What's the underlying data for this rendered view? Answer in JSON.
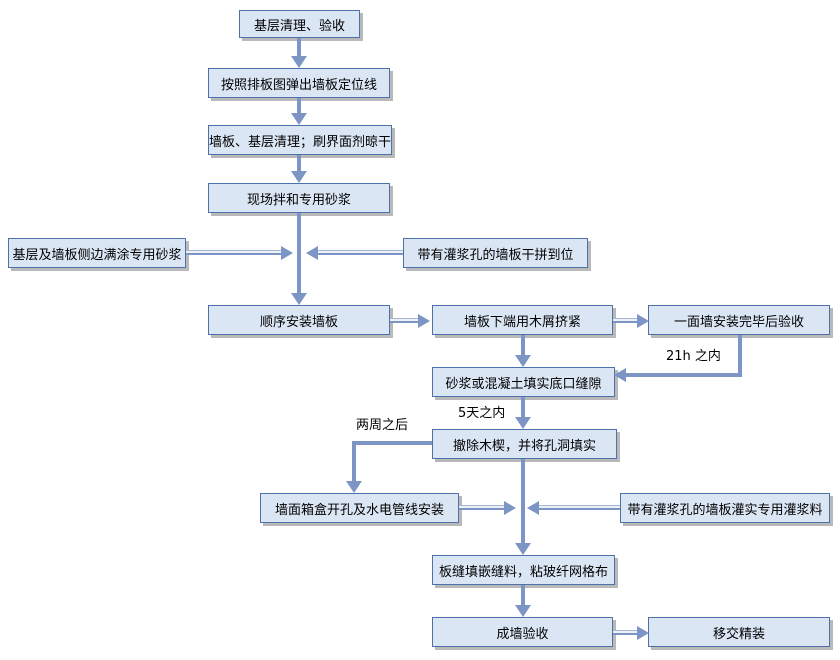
{
  "diagram": {
    "type": "flowchart",
    "language": "zh-CN",
    "nodes": {
      "base_cleaning": "基层清理、验收",
      "layout_lines": "按照排板图弹出墙板定位线",
      "surface_prep": "墙板、基层清理；刷界面剂晾干",
      "mix_mortar": "现场拌和专用砂浆",
      "side_mortar": "基层及墙板侧边满涂专用砂浆",
      "dry_assembly": "带有灌浆孔的墙板干拼到位",
      "install_panels": "顺序安装墙板",
      "wedge_bottom": "墙板下端用木屑挤紧",
      "wall_inspection": "一面墙安装完毕后验收",
      "fill_bottom_gap": "砂浆或混凝土填实底口缝隙",
      "remove_wedges": "撤除木楔，并将孔洞填实",
      "mep_install": "墙面箱盒开孔及水电管线安装",
      "grouting": "带有灌浆孔的墙板灌实专用灌浆料",
      "joint_treatment": "板缝填嵌缝料，粘玻纤网格布",
      "wall_acceptance": "成墙验收",
      "handover": "移交精装"
    },
    "edge_labels": {
      "within_21h": "21h 之内",
      "within_5_days": "5天之内",
      "after_two_weeks": "两周之后"
    },
    "colors": {
      "node_fill": "#dbe6f5",
      "node_border": "#4d71a8",
      "arrow": "#7c95c4",
      "shadow": "#b9b9b9",
      "background": "#ffffff"
    }
  }
}
